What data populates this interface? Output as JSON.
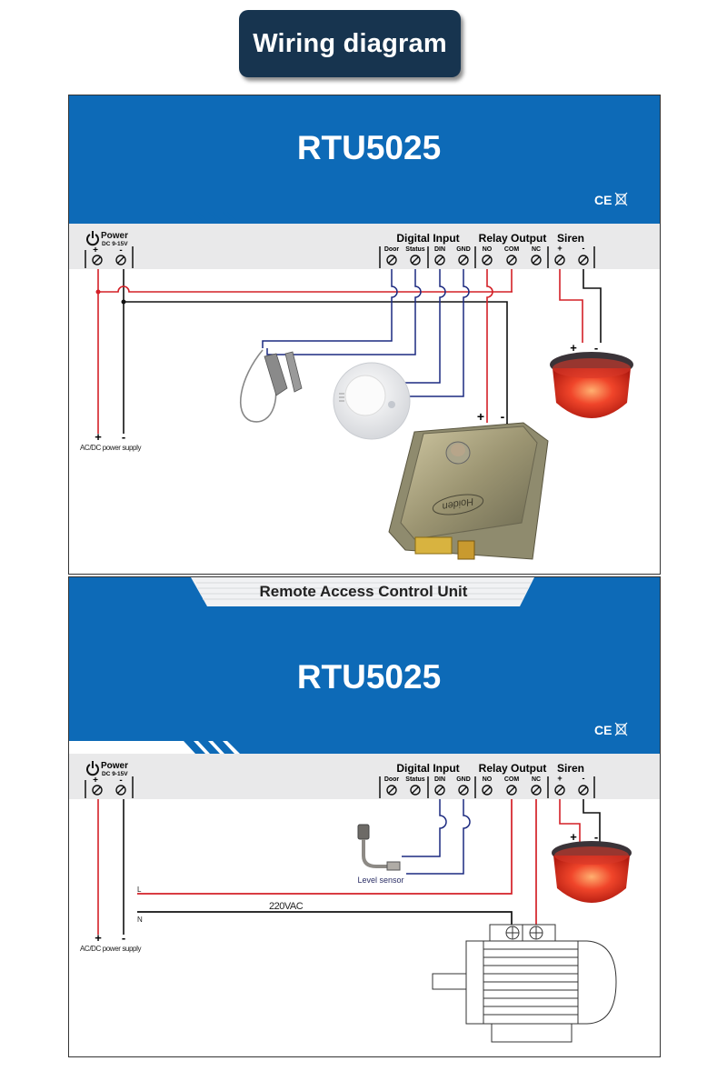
{
  "header": {
    "title": "Wiring diagram"
  },
  "colors": {
    "brand_blue": "#0d6ab7",
    "title_box": "#17344f",
    "wire_red": "#d42027",
    "wire_blue": "#1c2a80",
    "wire_black": "#111111",
    "terminal_strip": "#e9e9ea"
  },
  "diagram1": {
    "model": "RTU5025",
    "certifications": [
      "CE",
      "WEEE"
    ],
    "terminals": {
      "power": {
        "label": "Power",
        "sublabel": "DC 9-15V",
        "pins": [
          "+",
          "-"
        ]
      },
      "digital_input": {
        "label": "Digital Input",
        "pins": [
          "Door",
          "Status",
          "DIN",
          "GND"
        ]
      },
      "relay_output": {
        "label": "Relay Output",
        "pins": [
          "NO",
          "COM",
          "NC"
        ]
      },
      "siren": {
        "label": "Siren",
        "pins": [
          "+",
          "-"
        ]
      }
    },
    "power_supply": {
      "plus": "+",
      "minus": "-",
      "label": "AC/DC power supply"
    },
    "devices": [
      "door-contact-sensor",
      "smoke-detector",
      "electric-lock",
      "siren-strobe"
    ],
    "lock_polarity": {
      "plus": "+",
      "minus": "-"
    },
    "siren_polarity": {
      "plus": "+",
      "minus": "-"
    },
    "lock_brand": "Hoiden"
  },
  "diagram2": {
    "banner": "Remote Access Control Unit",
    "model": "RTU5025",
    "certifications": [
      "CE",
      "WEEE"
    ],
    "terminals": {
      "power": {
        "label": "Power",
        "sublabel": "DC 9-15V",
        "pins": [
          "+",
          "-"
        ]
      },
      "digital_input": {
        "label": "Digital Input",
        "pins": [
          "Door",
          "Status",
          "DIN",
          "GND"
        ]
      },
      "relay_output": {
        "label": "Relay Output",
        "pins": [
          "NO",
          "COM",
          "NC"
        ]
      },
      "siren": {
        "label": "Siren",
        "pins": [
          "+",
          "-"
        ]
      }
    },
    "power_supply": {
      "plus": "+",
      "minus": "-",
      "label": "AC/DC power supply"
    },
    "level_sensor_label": "Level sensor",
    "mains": {
      "label": "220VAC",
      "live": "L",
      "neutral": "N"
    },
    "siren_polarity": {
      "plus": "+",
      "minus": "-"
    },
    "devices": [
      "level-sensor",
      "siren-strobe",
      "electric-motor"
    ]
  }
}
